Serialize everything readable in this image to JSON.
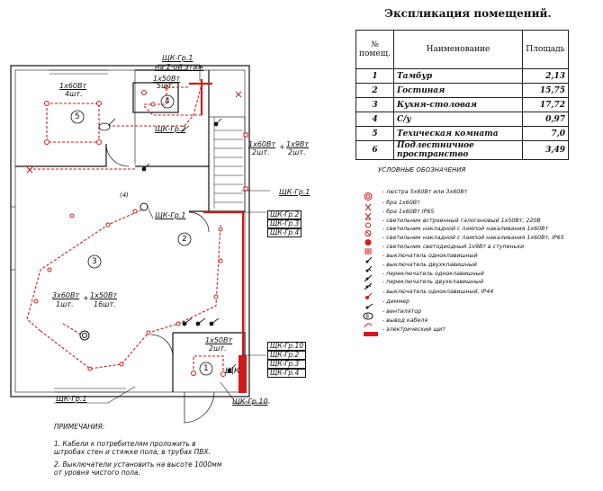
{
  "explication": {
    "title": "Экспликация помещений.",
    "headers": {
      "num": "№ помещ.",
      "name": "Наименование",
      "area": "Площадь"
    },
    "rows": [
      {
        "num": "1",
        "name": "Тамбур",
        "area": "2,13"
      },
      {
        "num": "2",
        "name": "Гостиная",
        "area": "15,75"
      },
      {
        "num": "3",
        "name": "Кухня-столовая",
        "area": "17,72"
      },
      {
        "num": "4",
        "name": "С/у",
        "area": "0,97"
      },
      {
        "num": "5",
        "name": "Техическая комната",
        "area": "7,0"
      },
      {
        "num": "6",
        "name": "Подлестничное пространство",
        "area": "3,49"
      }
    ]
  },
  "legend": {
    "title": "УСЛОВНЫЕ ОБОЗНАЧЕНИЯ",
    "items": [
      {
        "symbol": "chandelier",
        "text": "- люстра 5х60Вт или 3х60Вт"
      },
      {
        "symbol": "wall-lamp",
        "text": "- бра 1х60Вт"
      },
      {
        "symbol": "wall-lamp-ip65",
        "text": "- бра 1х60Вт IP65"
      },
      {
        "symbol": "halogen-light",
        "text": "- светильник встроенный галогеновый 1х50Вт, 220В"
      },
      {
        "symbol": "surface-light",
        "text": "- светильник накладной с лампой накаливания 1х60Вт"
      },
      {
        "symbol": "surface-light-ip65",
        "text": "- светильник накладной с лампой накаливания 1х60Вт, IP65"
      },
      {
        "symbol": "led-step-light",
        "text": "- светильник светодиодный 1х9Вт в ступеньки"
      },
      {
        "symbol": "switch-single",
        "text": "- выключатель одноклавишный"
      },
      {
        "symbol": "switch-double",
        "text": "- выключатель двухклавишный"
      },
      {
        "symbol": "changeover-single",
        "text": "- переключатель одноклавишный"
      },
      {
        "symbol": "changeover-double",
        "text": "- переключатель двухклавишный"
      },
      {
        "symbol": "switch-ip44",
        "text": "- выключатель одноклавишный, IP44"
      },
      {
        "symbol": "dimmer",
        "text": "- диммер"
      },
      {
        "symbol": "fan",
        "text": "- вентилятор"
      },
      {
        "symbol": "cable-outlet",
        "text": "- вывод кабеля"
      },
      {
        "symbol": "panel",
        "text": "- электрический щит"
      }
    ]
  },
  "notes": {
    "title": "ПРИМЕЧАНИЯ:",
    "items": [
      "1. Кабели к потребителям проложить в штробах стен и стяжке пола, в трубах ПВХ.",
      "2. Выключатели установить на высоте 1000мм от уровня чистого пола."
    ]
  },
  "plan": {
    "rooms": [
      "1",
      "2",
      "3",
      "4",
      "5"
    ],
    "labels": {
      "gr1_top": "ЩК-Гр.1",
      "to_floor2": "на 2-ой этаж",
      "room5_lamp": "1х60Вт",
      "room5_count": "4шт.",
      "room4_lamp": "1х50Вт",
      "room4_count": "5шт.",
      "gr2_mid": "ЩК-Гр.2",
      "stair_a": "1х60Вт",
      "stair_a_count": "2шт.",
      "plus": "+",
      "stair_b": "1х9Вт",
      "stair_b_count": "2шт.",
      "gr1_right": "ЩК-Гр.1",
      "gr1_center": "ЩК-Гр.1",
      "panel_list_a": [
        "ЩК-Гр.2",
        "ЩК-Гр.3",
        "ЩК-Гр.4"
      ],
      "kitchen_a": "3х60Вт",
      "kitchen_a_count": "1шт.",
      "kitchen_b": "1х50Вт",
      "kitchen_b_count": "16шт.",
      "vest_lamp": "1х50Вт",
      "vest_count": "2шт.",
      "panel_list_b": [
        "ЩК-Гр.10",
        "ЩК-Гр.2",
        "ЩК-Гр.3",
        "ЩК-Гр.4"
      ],
      "gr1_bottom": "ЩК-Гр.1",
      "gr10_bottom": "ЩК-Гр.10",
      "panel_mark": "ЩК",
      "qty_4": "(4)"
    }
  },
  "colors": {
    "red": "#d11a1a",
    "line": "#111111"
  }
}
